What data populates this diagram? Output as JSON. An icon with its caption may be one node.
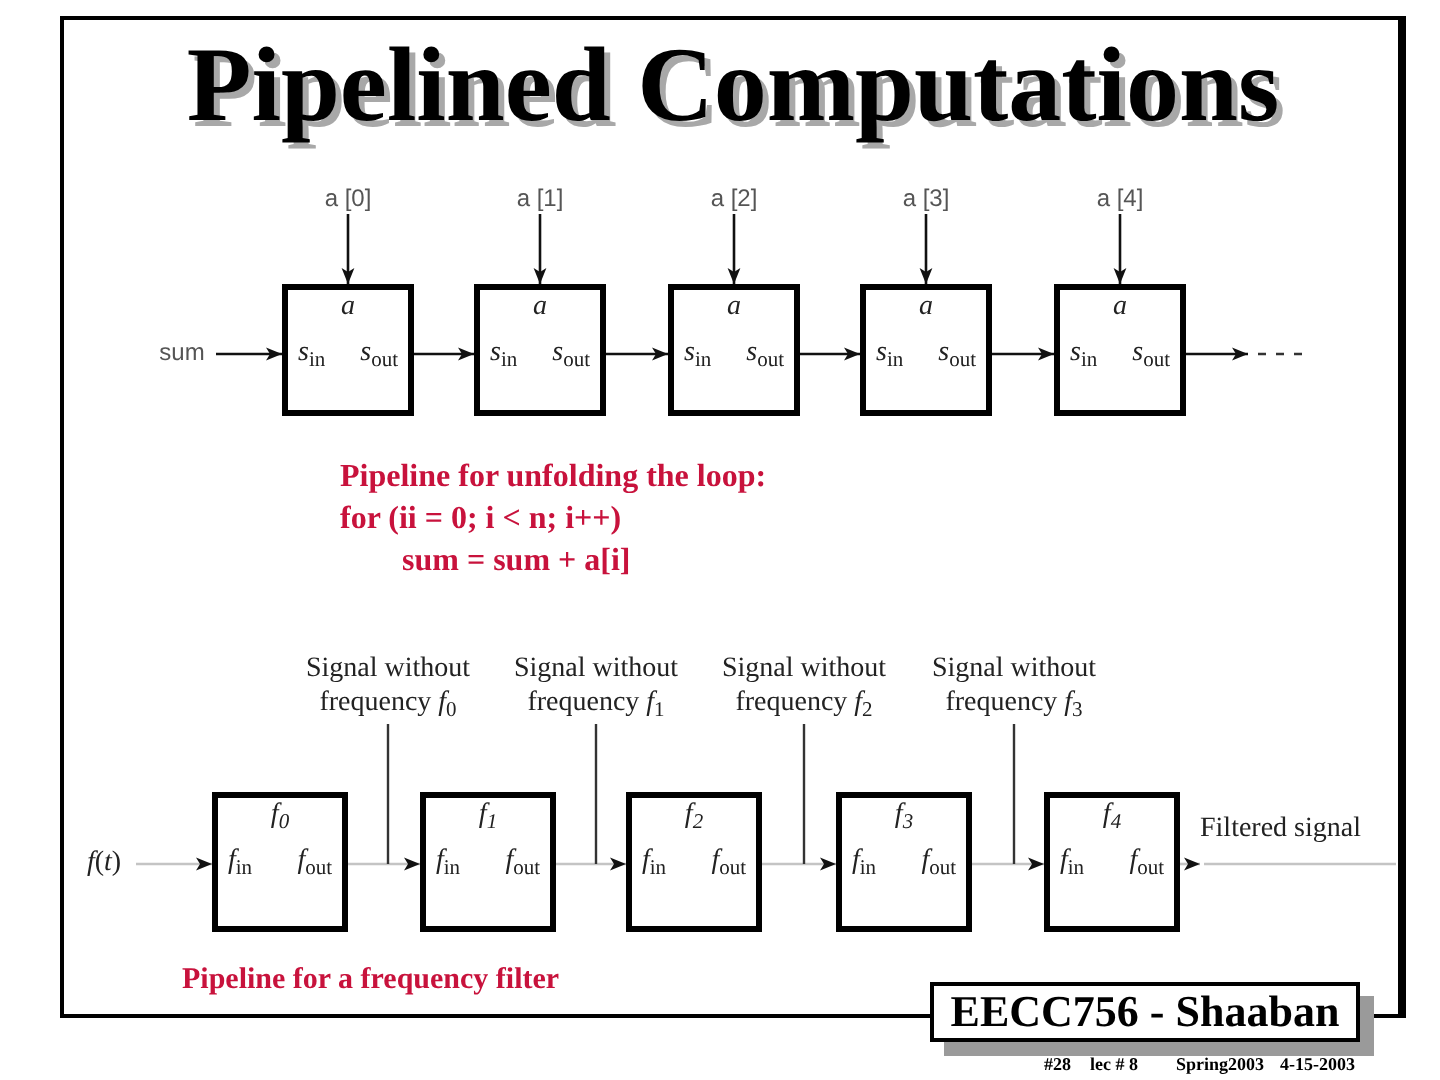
{
  "diagram": {
    "title": "Pipelined Computations",
    "nodes": [
      {
        "text": [
          "a [0]"
        ]
      },
      {
        "text": [
          "a [1]"
        ]
      },
      {
        "text": [
          "a [2]"
        ]
      },
      {
        "text": [
          "a [3]"
        ]
      },
      {
        "text": [
          "a [4]"
        ]
      },
      {
        "text": [
          "sum"
        ]
      },
      {
        "text": [
          "a",
          "*s*$_{in}$",
          "*s*$_{out}$"
        ]
      },
      {
        "text": [
          "a",
          "*s*$_{in}$",
          "*s*$_{out}$"
        ]
      },
      {
        "text": [
          "a",
          "*s*$_{in}$",
          "*s*$_{out}$"
        ]
      },
      {
        "text": [
          "a",
          "*s*$_{in}$",
          "*s*$_{out}$"
        ]
      },
      {
        "text": [
          "a",
          "*s*$_{in}$",
          "*s*$_{out}$"
        ]
      },
      {
        "text": [
          "Signal without frequency *f*$_{0}$"
        ]
      },
      {
        "text": [
          "Signal without frequency *f*$_{1}$"
        ]
      },
      {
        "text": [
          "Signal without frequency *f*$_{2}$"
        ]
      },
      {
        "text": [
          "Signal without frequency *f*$_{3}$"
        ]
      },
      {
        "text": [
          "*f*(*t*)"
        ]
      },
      {
        "text": [
          "*f*$_{0}$",
          "*f*$_{in}$",
          "*f*$_{out}$"
        ]
      },
      {
        "text": [
          "*f*$_{1}$",
          "*f*$_{in}$",
          "*f*$_{out}$"
        ]
      },
      {
        "text": [
          "*f*$_{2}$",
          "*f*$_{in}$",
          "*f*$_{out}$"
        ]
      },
      {
        "text": [
          "*f*$_{3}$",
          "*f*$_{in}$",
          "*f*$_{out}$"
        ]
      },
      {
        "text": [
          "*f*$_{4}$",
          "*f*$_{in}$",
          "*f*$_{out}$"
        ]
      },
      {
        "text": [
          "Filtered signal"
        ]
      },
      {
        "text": [
          "EECC756 - Shaaban"
        ]
      }
    ],
    "edges": [
      {
        "from": 0,
        "to": 6,
        "arrow": "to"
      },
      {
        "from": 1,
        "to": 7,
        "arrow": "to"
      },
      {
        "from": 2,
        "to": 8,
        "arrow": "to"
      },
      {
        "from": 3,
        "to": 9,
        "arrow": "to"
      },
      {
        "from": 4,
        "to": 10,
        "arrow": "to"
      },
      {
        "from": 5,
        "to": 6,
        "arrow": "to"
      },
      {
        "from": 6,
        "to": 7,
        "arrow": "to"
      },
      {
        "from": 7,
        "to": 8,
        "arrow": "to"
      },
      {
        "from": 8,
        "to": 9,
        "arrow": "to"
      },
      {
        "from": 9,
        "to": 10,
        "arrow": "to"
      },
      {
        "from": 10,
        "to": null,
        "arrow": "to"
      },
      {
        "from": 15,
        "to": 16,
        "arrow": "to",
        "color": "#c4c4c4"
      },
      {
        "from": 16,
        "to": 17,
        "arrow": "to",
        "color": "#c4c4c4"
      },
      {
        "from": 17,
        "to": 18,
        "arrow": "to",
        "color": "#c4c4c4"
      },
      {
        "from": 18,
        "to": 19,
        "arrow": "to",
        "color": "#c4c4c4"
      },
      {
        "from": 19,
        "to": 20,
        "arrow": "to",
        "color": "#c4c4c4"
      },
      {
        "from": 20,
        "to": 21,
        "arrow": "to",
        "color": "#c4c4c4"
      },
      {
        "from": 11,
        "to": null,
        "arrow": "none"
      },
      {
        "from": 12,
        "to": null,
        "arrow": "none"
      },
      {
        "from": 13,
        "to": null,
        "arrow": "none"
      },
      {
        "from": 14,
        "to": null,
        "arrow": "none"
      }
    ],
    "labels": [
      "Pipeline for unfolding the loop:",
      "for (ii = 0; i < n; i++)",
      "sum = sum + a[i]",
      "Pipeline for a frequency filter",
      "#28",
      "lec # 8",
      "Spring2003",
      "4-15-2003"
    ]
  }
}
